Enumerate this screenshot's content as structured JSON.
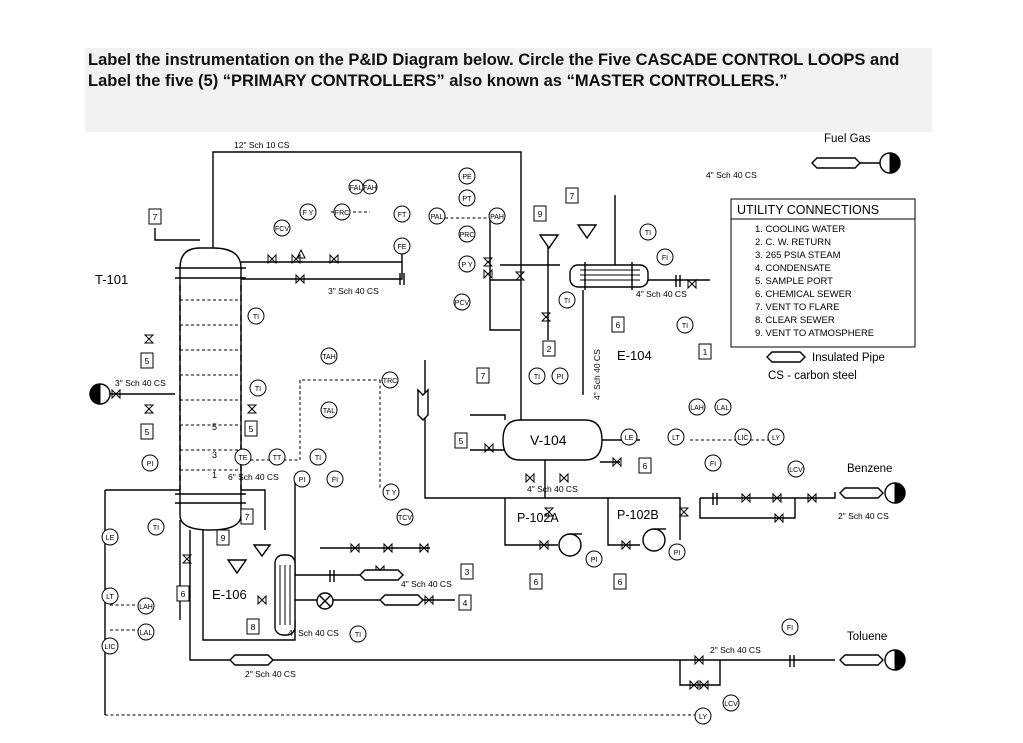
{
  "header": {
    "instruction": "Label the instrumentation on the P&ID Diagram below. Circle the Five CASCADE CONTROL LOOPS and Label the five (5) “PRIMARY CONTROLLERS” also known as “MASTER CONTROLLERS.”"
  },
  "equipment": {
    "tower": "T-101",
    "drum": "V-104",
    "condenser": "E-104",
    "reboiler": "E-106",
    "pump_a": "P-102A",
    "pump_b": "P-102B"
  },
  "pipes": {
    "p12sch10": "12\" Sch 10 CS",
    "p3sch40_top": "3\" Sch 40 CS",
    "p4sch40_fuel": "4\" Sch 40 CS",
    "p4sch40_cond": "4\" Sch 40 CS",
    "p4sch40_vert": "4\" Sch 40 CS",
    "p3sch40_left": "3\" Sch 40 CS",
    "p6sch40": "6\" Sch 40 CS",
    "p4sch40_pump": "4\" Sch 40 CS",
    "p4sch40_reb": "4\" Sch 40 CS",
    "p4sch40_bottom": "4\" Sch 40 CS",
    "p2sch40_left": "2\" Sch 40 CS",
    "p2sch40_benz": "2\" Sch 40 CS",
    "p2sch40_tol": "2\" Sch 40 CS"
  },
  "streams": {
    "fuel_gas": "Fuel Gas",
    "benzene": "Benzene",
    "toluene": "Toluene"
  },
  "utility": {
    "title": "UTILITY CONNECTIONS",
    "items": [
      "1. COOLING WATER",
      "2. C. W. RETURN",
      "3. 265 PSIA STEAM",
      "4. CONDENSATE",
      "5. SAMPLE PORT",
      "6. CHEMICAL SEWER",
      "7. VENT TO FLARE",
      "8. CLEAR SEWER",
      "9. VENT TO ATMOSPHERE"
    ],
    "legend_insulated": "Insulated Pipe",
    "legend_cs": "CS - carbon steel"
  },
  "instruments": {
    "FAL": "FAL",
    "FAH": "FAH",
    "FY": "F Y",
    "FRC": "FRC",
    "FT": "FT",
    "FE": "FE",
    "FCV": "FCV",
    "TI_upper": "TI",
    "TI_mid": "TI",
    "TAH": "TAH",
    "TAL": "TAL",
    "TRC": "TRC",
    "TY": "T Y",
    "TCV": "TCV",
    "TE": "TE",
    "TT": "TT",
    "TI_rb": "TI",
    "PI_rb": "PI",
    "FI_rb": "FI",
    "PI_col": "PI",
    "TI_bot": "TI",
    "TI_reb": "TI",
    "LE_col": "LE",
    "LT_col": "LT",
    "LAH_col": "LAH",
    "LAL_col": "LAL",
    "LIC_col": "LIC",
    "PE": "PE",
    "PT": "PT",
    "PAL": "PAL",
    "PAH": "PAH",
    "PRC": "PRC",
    "PY": "P Y",
    "PCV": "PCV",
    "TI_cond_in": "TI",
    "FI_cw": "FI",
    "TI_cw": "TI",
    "TI_cw_ret": "TI",
    "TI_drum": "TI",
    "PI_drum": "PI",
    "LE_drum": "LE",
    "LT_drum": "LT",
    "LAH_drum": "LAH",
    "LAL_drum": "LAL",
    "LIC_drum": "LIC",
    "LY_drum": "LY",
    "LCV_benz": "LCV",
    "FI_benz": "FI",
    "PI_pa": "PI",
    "PI_pb": "PI",
    "FI_tol": "FI",
    "LCV_tol": "LCV",
    "LY_tol": "LY"
  },
  "utility_tags": {
    "u7_top": "7",
    "u7_cond": "7",
    "u9_cond": "9",
    "u2": "2",
    "u6_cond": "6",
    "u1": "1",
    "u5_a": "5",
    "u5_b": "5",
    "u5_c": "5",
    "u5_drum": "5",
    "u7_drum": "7",
    "u6_drum": "6",
    "u6_pa": "6",
    "u6_pb": "6",
    "u7_reb": "7",
    "u9_reb": "9",
    "u6_reb": "6",
    "u8_reb": "8",
    "u3": "3",
    "u4": "4"
  },
  "tray_labels": {
    "t5": "5",
    "t3": "3",
    "t1": "1"
  }
}
